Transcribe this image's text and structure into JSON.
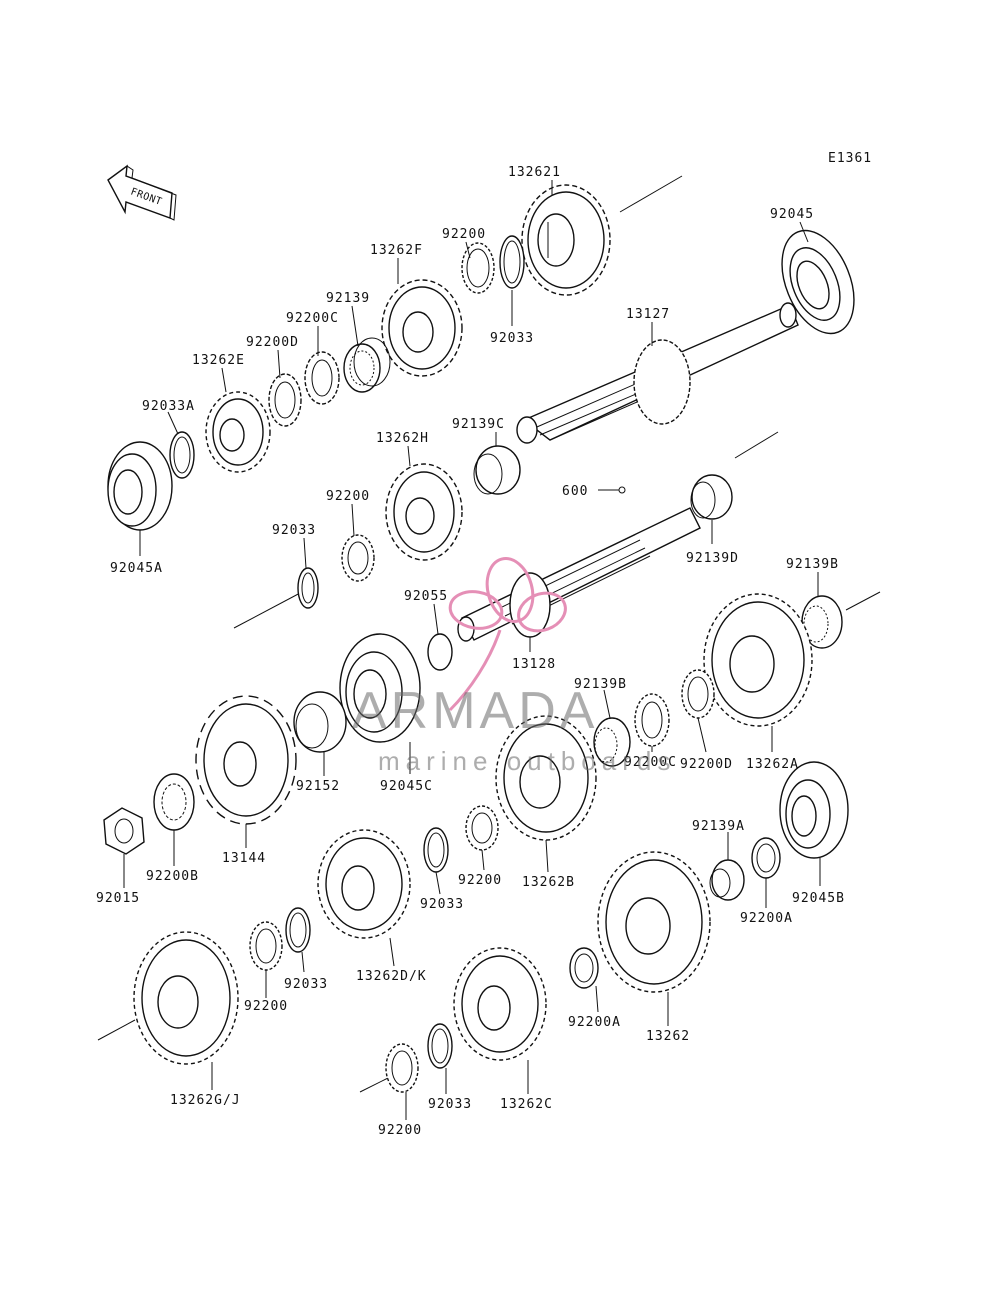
{
  "diagram": {
    "code": "E1361",
    "direction_label": "FRONT",
    "watermark": {
      "title": "ARMADA",
      "subtitle": "marine outboards",
      "logo_color": "#e58fb6"
    }
  },
  "labels": {
    "p132621": "132621",
    "p92045": "92045",
    "p13262F": "13262F",
    "p92200_top": "92200",
    "p92139": "92139",
    "p92200C_top": "92200C",
    "p92033_top": "92033",
    "p13127": "13127",
    "p92200D_top": "92200D",
    "p13262E": "13262E",
    "p92033A": "92033A",
    "p92139C": "92139C",
    "p13262H": "13262H",
    "p600": "600",
    "p92200_mid": "92200",
    "p92033_mid": "92033",
    "p92045A": "92045A",
    "p92139D": "92139D",
    "p92139B_right": "92139B",
    "p92055": "92055",
    "p13128": "13128",
    "p92139B_center": "92139B",
    "p92200D_right": "92200D",
    "p13262A": "13262A",
    "p92152": "92152",
    "p92045C": "92045C",
    "p92200C_right": "92200C",
    "p13144": "13144",
    "p92200B": "92200B",
    "p92015": "92015",
    "p13262B": "13262B",
    "p92139A": "92139A",
    "p92200_low": "92200",
    "p92033_low": "92033",
    "p92045B": "92045B",
    "p92200A_right": "92200A",
    "p13262DK": "13262D/K",
    "p92033_bottom": "92033",
    "p92200_bottom_left": "92200",
    "p92200A_bottom": "92200A",
    "p13262": "13262",
    "p13262GJ": "13262G/J",
    "p92033_last": "92033",
    "p13262C": "13262C",
    "p92200_last": "92200"
  }
}
